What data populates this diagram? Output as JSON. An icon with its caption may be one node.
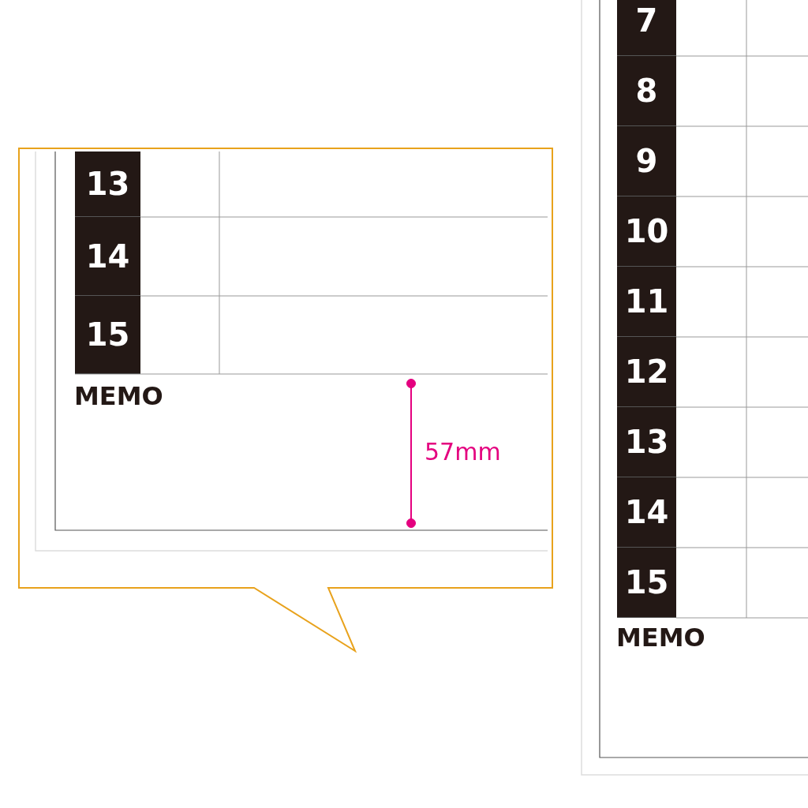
{
  "diagram": {
    "labels": [
      "13",
      "14",
      "15",
      "MEMO",
      "57mm",
      "7",
      "8",
      "9",
      "10",
      "11",
      "12",
      "13",
      "14",
      "15",
      "MEMO"
    ]
  }
}
